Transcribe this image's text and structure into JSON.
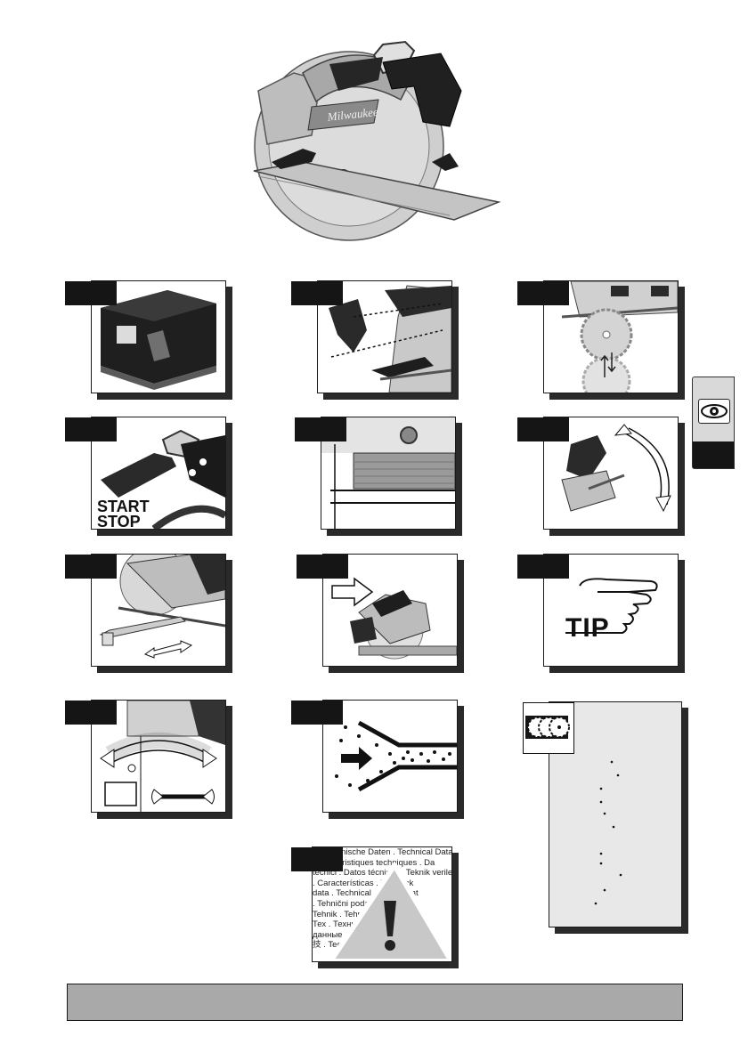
{
  "panels": {
    "start_stop_line1": "START",
    "start_stop_line2": "STOP",
    "tip_label": "TIP"
  },
  "technical_data": {
    "lines": [
      "Technische Daten . Technical Data",
      "Caractéristiques techniques . Da",
      "tecnici . Datos técnicos . Teknik verile",
      ". Características . Technick",
      "data . Technical data . podat",
      ". Tehnični podatki . podaci",
      "Tehnik . Tehniskie . andmed",
      "Тех . Технические . ически",
      "данные . Technical . анни",
      "技 . Technischsaten . evens"
    ]
  },
  "colors": {
    "tag_bg": "#151515",
    "footer_bg": "#a9a9a9",
    "side_tab_bg": "#d9d9d9",
    "eco_bg": "#e8e8e8",
    "warning_bg": "#c8c8c8"
  }
}
